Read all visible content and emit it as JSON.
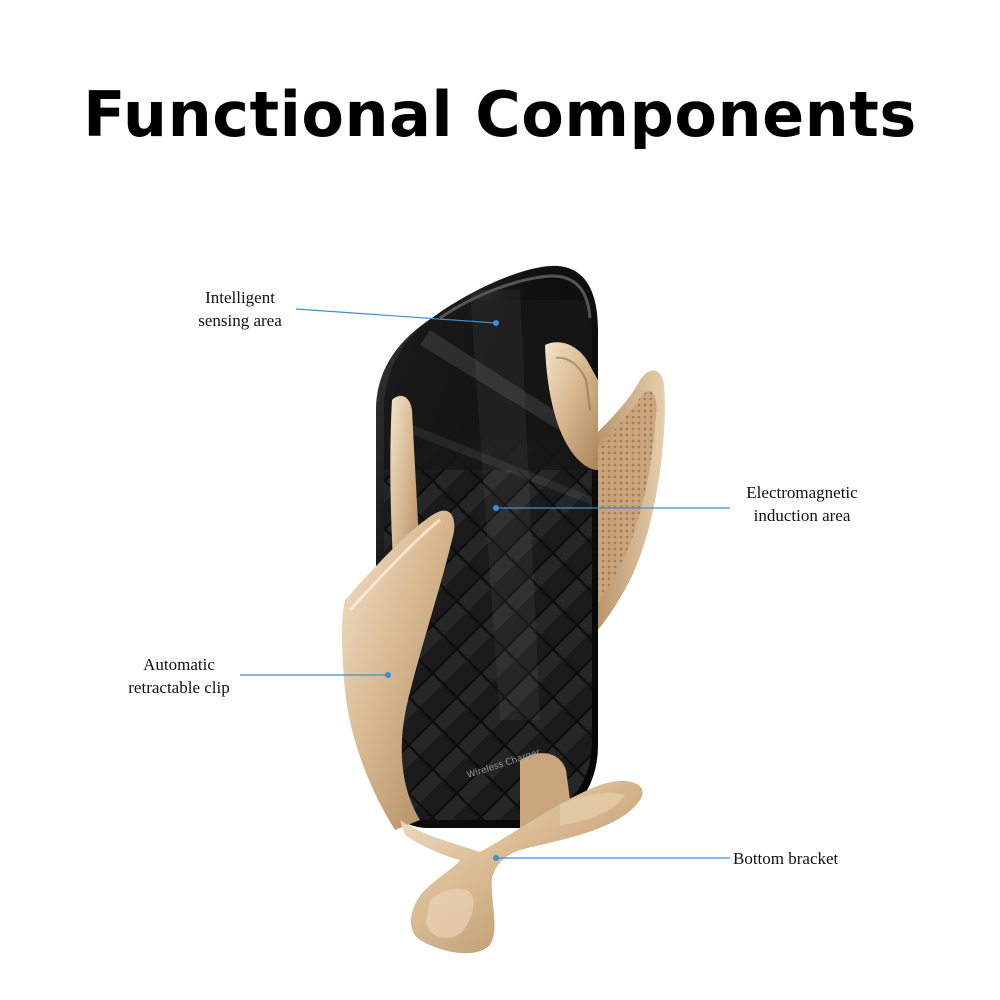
{
  "title": "Functional Components",
  "callouts": {
    "sensing": {
      "line1": "Intelligent",
      "line2": "sensing area"
    },
    "induction": {
      "line1": "Electromagnetic",
      "line2": "induction area"
    },
    "clip": {
      "line1": "Automatic",
      "line2": "retractable clip"
    },
    "bracket": {
      "line1": "Bottom bracket"
    }
  },
  "device": {
    "imprint": "Wireless Charger"
  },
  "colors": {
    "leader": "#3a8fd6",
    "gold": "#d9bd98",
    "body": "#101010"
  }
}
